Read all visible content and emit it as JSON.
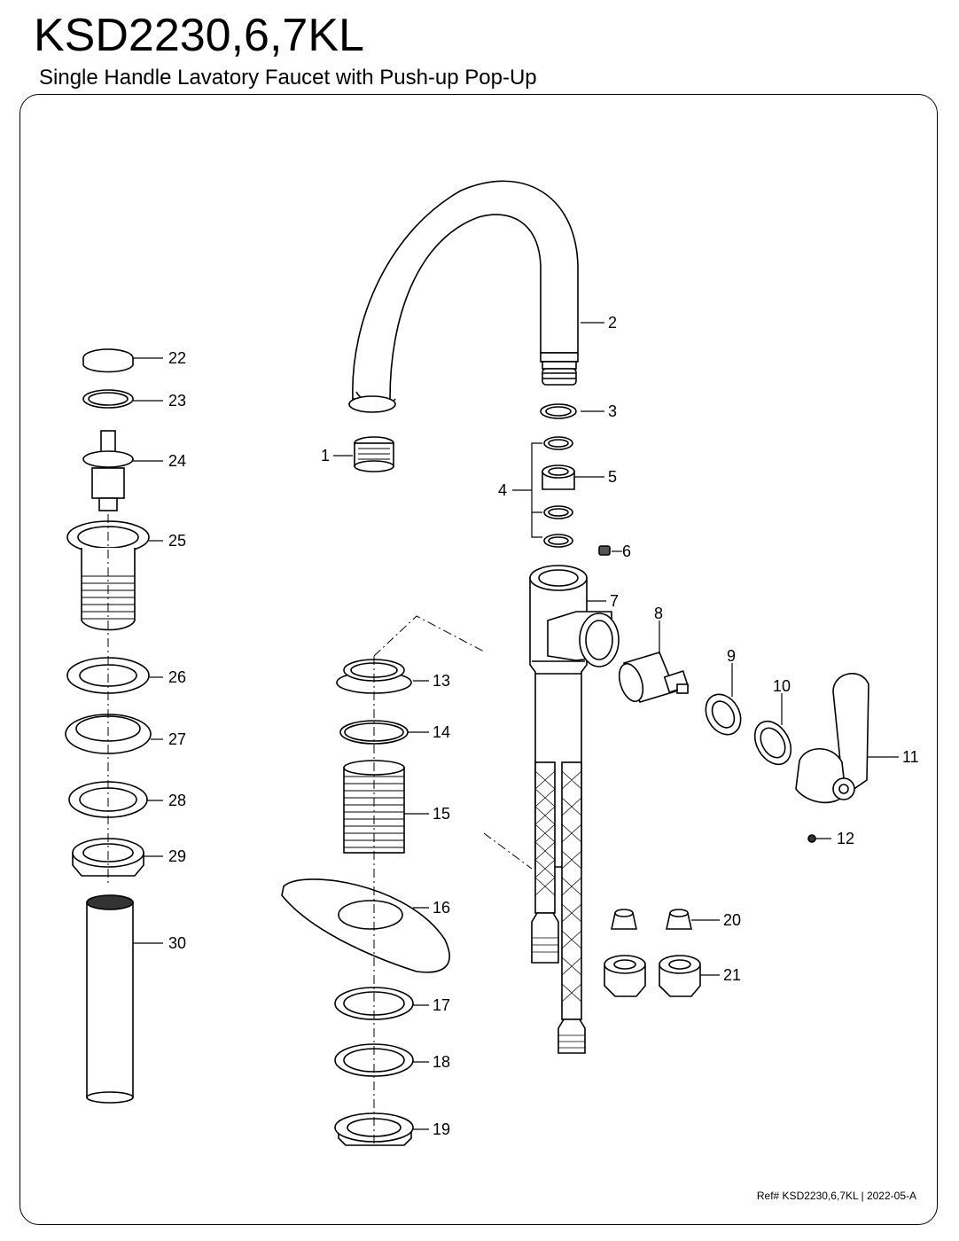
{
  "header": {
    "model": "KSD2230,6,7KL",
    "description": "Single Handle Lavatory Faucet with Push-up Pop-Up"
  },
  "footer": {
    "reference": "Ref# KSD2230,6,7KL | 2022-05-A"
  },
  "callouts": [
    "1",
    "2",
    "3",
    "4",
    "5",
    "6",
    "7",
    "8",
    "9",
    "10",
    "11",
    "12",
    "13",
    "14",
    "15",
    "16",
    "17",
    "18",
    "19",
    "20",
    "21",
    "22",
    "23",
    "24",
    "25",
    "26",
    "27",
    "28",
    "29",
    "30"
  ]
}
